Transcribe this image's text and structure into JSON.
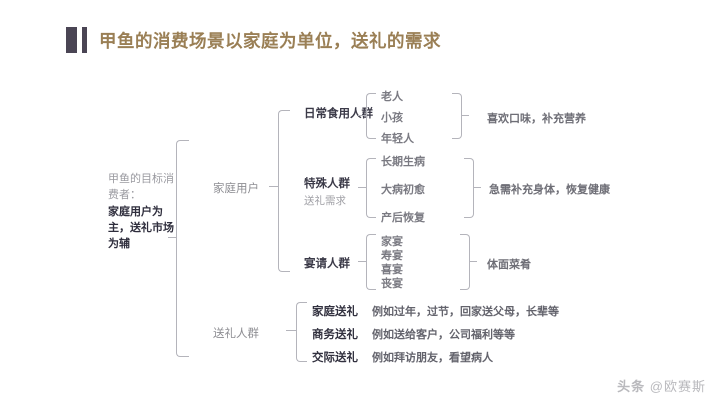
{
  "slide": {
    "title": "甲鱼的消费场景以家庭为单位，送礼的需求",
    "watermark_prefix": "头条",
    "watermark_handle": "@欧赛斯",
    "accent_color": "#9a7f55",
    "mark_color": "#4a4554"
  },
  "root": {
    "lead": "甲鱼的目标消费者：",
    "emphasis": "家庭用户为主，送礼市场为辅"
  },
  "branches": [
    {
      "label": "家庭用户",
      "groups": [
        {
          "name": "日常食用人群",
          "sub": "",
          "items": [
            "老人",
            "小孩",
            "年轻人"
          ],
          "outcome": "喜欢口味，补充营养"
        },
        {
          "name": "特殊人群",
          "sub": "送礼需求",
          "items": [
            "长期生病",
            "大病初愈",
            "产后恢复"
          ],
          "outcome": "急需补充身体，恢复健康"
        },
        {
          "name": "宴请人群",
          "sub": "",
          "items": [
            "家宴",
            "寿宴",
            "喜宴",
            "丧宴"
          ],
          "outcome": "体面菜肴"
        }
      ]
    },
    {
      "label": "送礼人群",
      "gifts": [
        {
          "name": "家庭送礼",
          "desc": "例如过年，过节，回家送父母，长辈等"
        },
        {
          "name": "商务送礼",
          "desc": "例如送给客户，公司福利等等"
        },
        {
          "name": "交际送礼",
          "desc": "例如拜访朋友，看望病人"
        }
      ]
    }
  ]
}
